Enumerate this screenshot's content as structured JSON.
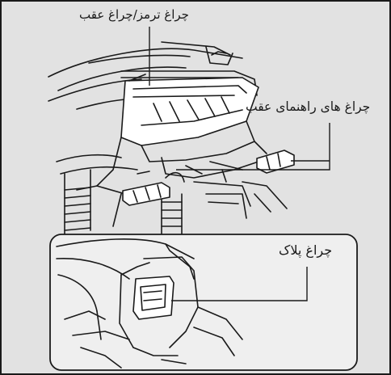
{
  "figure": {
    "description_colors": {
      "background": "#e2e2e2",
      "line": "#1a1a1a",
      "lamp_fill": "#ffffff",
      "inset_background": "#efefef"
    }
  },
  "callouts": {
    "brake_tail_light": "چراغ ترمز/چراغ عقب",
    "rear_turn_signals": "چراغ های راهنمای عقب",
    "license_plate_light": "چراغ پلاک"
  }
}
